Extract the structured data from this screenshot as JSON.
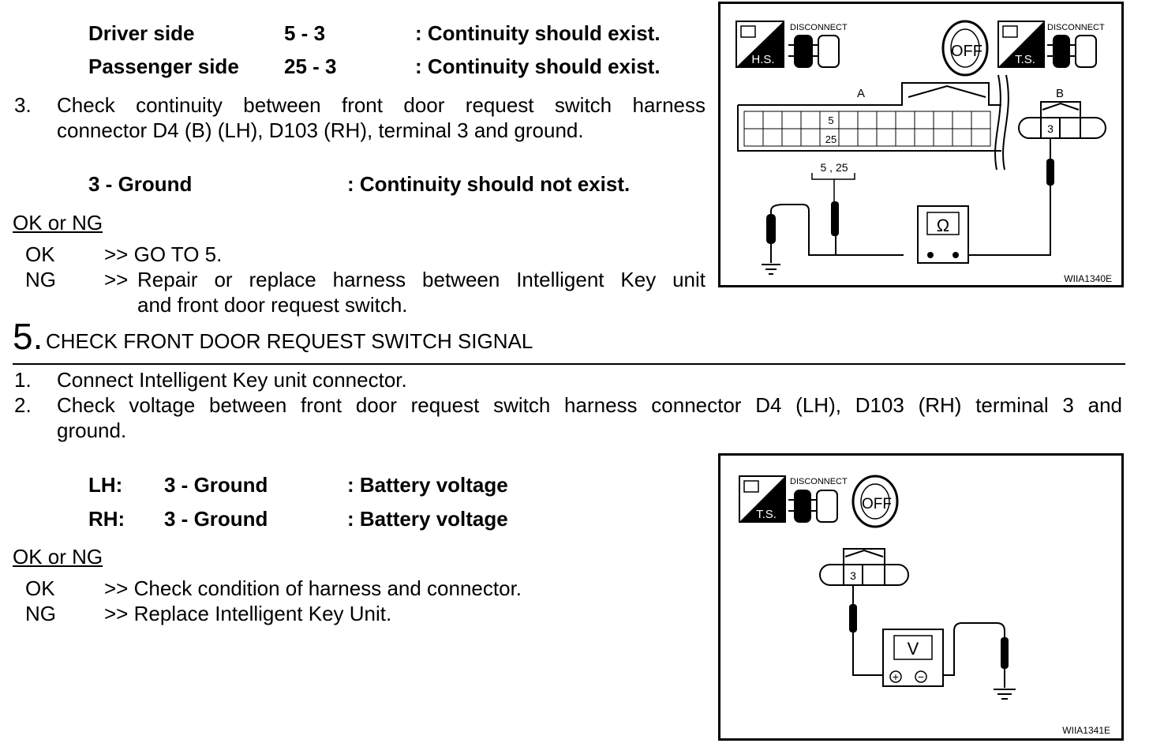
{
  "top_spec": {
    "driver": {
      "label": "Driver side",
      "terms": "5 - 3",
      "result": ": Continuity should exist."
    },
    "passenger": {
      "label": "Passenger side",
      "terms": "25 - 3",
      "result": ": Continuity should exist."
    }
  },
  "step3": {
    "num": "3.",
    "line1": "Check continuity between front door request switch harness",
    "line2": "connector D4 (B) (LH), D103 (RH), terminal 3 and ground."
  },
  "spec_ground": {
    "terms": "3 - Ground",
    "result": ": Continuity should not exist."
  },
  "oknng1": {
    "heading": "OK or NG",
    "ok_label": "OK",
    "ok_text": ">> GO TO 5.",
    "ng_label": "NG",
    "ng_arrow": ">>",
    "ng_line1": "Repair or replace harness between Intelligent Key unit",
    "ng_line2": "and front door request switch."
  },
  "section5": {
    "number": "5.",
    "title": "CHECK FRONT DOOR REQUEST SWITCH SIGNAL",
    "item1_num": "1.",
    "item1": "Connect Intelligent Key unit connector.",
    "item2_num": "2.",
    "item2_line1": "Check voltage between front door request switch harness connector D4 (LH), D103 (RH) terminal 3 and",
    "item2_line2": "ground."
  },
  "voltage_spec": {
    "lh": {
      "side": "LH:",
      "terms": "3 - Ground",
      "result": ": Battery voltage"
    },
    "rh": {
      "side": "RH:",
      "terms": "3 - Ground",
      "result": ": Battery voltage"
    }
  },
  "oknng2": {
    "heading": "OK or NG",
    "ok_label": "OK",
    "ok_text": ">> Check condition of harness and connector.",
    "ng_label": "NG",
    "ng_text": ">> Replace Intelligent Key Unit."
  },
  "figure1": {
    "hs_label": "H.S.",
    "ts_label": "T.S.",
    "disconnect1": "DISCONNECT",
    "disconnect2": "DISCONNECT",
    "off_label": "OFF",
    "conn_a_label": "A",
    "conn_b_label": "B",
    "pin_5": "5",
    "pin_25": "25",
    "pin_3": "3",
    "probe_label": "5 , 25",
    "meter_symbol": "Ω",
    "code": "WIIA1340E"
  },
  "figure2": {
    "ts_label": "T.S.",
    "disconnect": "DISCONNECT",
    "off_label": "OFF",
    "pin_3": "3",
    "meter_symbol": "V",
    "plus": "+",
    "minus": "−",
    "code": "WIIA1341E"
  }
}
